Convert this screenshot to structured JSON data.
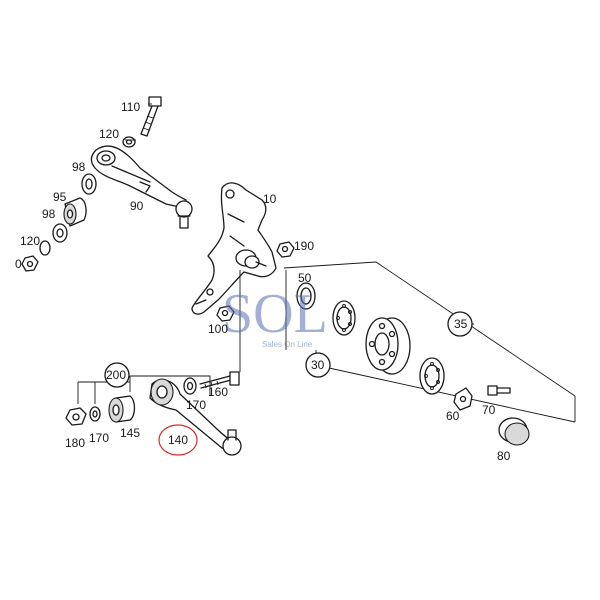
{
  "colors": {
    "line": "#1a1a1a",
    "highlight_circle": "#d92b2b",
    "watermark": "#5a6fb3"
  },
  "watermark": {
    "logo": "SOL",
    "tagline": "Sales On Line"
  },
  "parts": {
    "p10": "10",
    "p30": "30",
    "p35": "35",
    "p50": "50",
    "p60": "60",
    "p70": "70",
    "p80": "80",
    "p90": "90",
    "p95": "95",
    "p98a": "98",
    "p98b": "98",
    "p100": "100",
    "p110": "110",
    "p120a": "120",
    "p120b": "120",
    "p140": "140",
    "p145": "145",
    "p160": "160",
    "p170a": "170",
    "p170b": "170",
    "p180": "180",
    "p190": "190",
    "p200": "200",
    "p0": "0"
  }
}
